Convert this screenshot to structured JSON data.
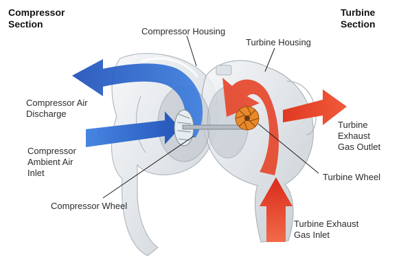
{
  "sections": {
    "compressor": "Compressor\nSection",
    "turbine": "Turbine\nSection"
  },
  "labels": {
    "compressor_housing": "Compressor Housing",
    "turbine_housing": "Turbine Housing",
    "compressor_air_discharge": "Compressor Air\nDischarge",
    "compressor_ambient_air_inlet": "Compressor\nAmbient Air\nInlet",
    "compressor_wheel": "Compressor Wheel",
    "turbine_exhaust_gas_outlet": "Turbine\nExhaust\nGas Outlet",
    "turbine_wheel": "Turbine Wheel",
    "turbine_exhaust_gas_inlet": "Turbine Exhaust\nGas Inlet"
  },
  "colors": {
    "compressor_flow": "#2f6fd6",
    "turbine_flow": "#e8472f",
    "turbine_wheel": "#e07a1a",
    "housing": "#cfd6dc",
    "leader_line": "#1a1a1a"
  }
}
